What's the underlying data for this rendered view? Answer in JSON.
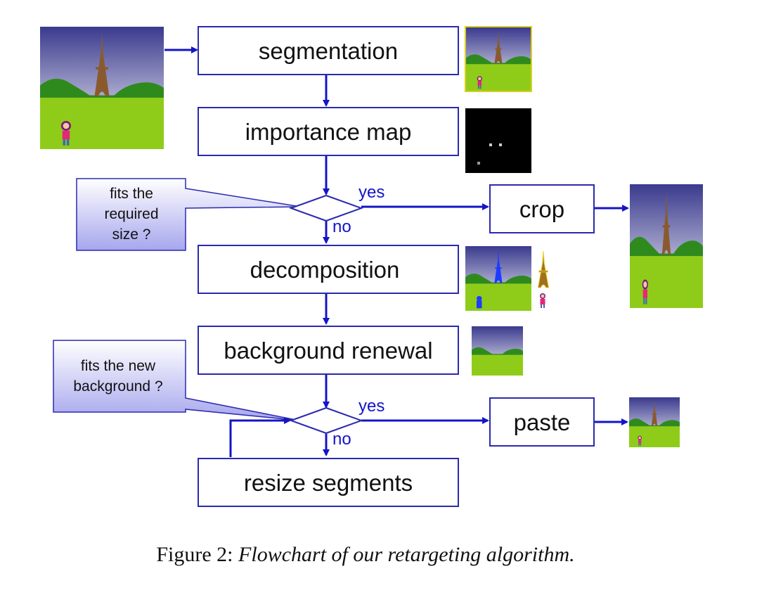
{
  "steps": {
    "segmentation": "segmentation",
    "importance_map": "importance map",
    "decomposition": "decomposition",
    "background_renewal": "background renewal",
    "resize_segments": "resize segments",
    "crop": "crop",
    "paste": "paste"
  },
  "decisions": {
    "fits_size": {
      "question": [
        "fits the",
        "required",
        "size ?"
      ],
      "yes": "yes",
      "no": "no"
    },
    "fits_background": {
      "question": [
        "fits the new",
        "background ?"
      ],
      "yes": "yes",
      "no": "no"
    }
  },
  "caption": {
    "prefix": "Figure 2:",
    "text": "Flowchart of our retargeting algorithm."
  },
  "colors": {
    "arrow": "#1414c8",
    "box_border": "#2a2ab0",
    "callout_top": "#ffffff",
    "callout_bottom": "#a6a6ee",
    "sky_top": "#3a3a8e",
    "grass": "#8fcc1a",
    "hills": "#2f8a1e",
    "tower": "#8a5a2e"
  },
  "icons": {
    "images": "eiffel-tower-scene-icon",
    "map": "importance-map-icon"
  }
}
